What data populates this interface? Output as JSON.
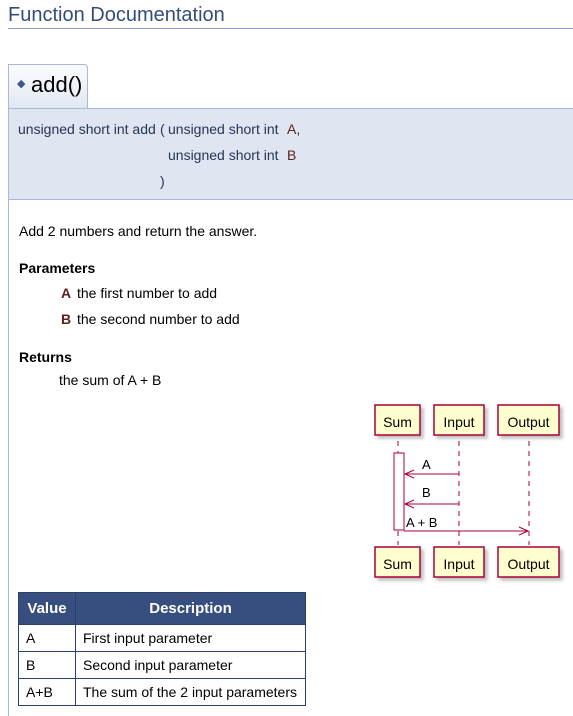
{
  "section_title": "Function Documentation",
  "member": {
    "bullet": "◆",
    "name": "add()",
    "prototype": {
      "return_and_name": "unsigned short int add",
      "open_paren": "(",
      "param1_type": "unsigned short int",
      "param1_name": "A,",
      "param2_type": "unsigned short int",
      "param2_name": "B",
      "close_paren": ")"
    }
  },
  "doc": {
    "brief": "Add 2 numbers and return the answer.",
    "parameters_heading": "Parameters",
    "parameters": [
      {
        "name": "A",
        "desc": "the first number to add"
      },
      {
        "name": "B",
        "desc": "the second number to add"
      }
    ],
    "returns_heading": "Returns",
    "returns_text": "the sum of A + B"
  },
  "sequence_diagram": {
    "participants": [
      "Sum",
      "Input",
      "Output"
    ],
    "messages": [
      {
        "from": "Input",
        "to": "Sum",
        "label": "A"
      },
      {
        "from": "Input",
        "to": "Sum",
        "label": "B"
      },
      {
        "from": "Sum",
        "to": "Output",
        "label": "A + B"
      }
    ]
  },
  "table": {
    "headers": [
      "Value",
      "Description"
    ],
    "rows": [
      [
        "A",
        "First input parameter"
      ],
      [
        "B",
        "Second input parameter"
      ],
      [
        "A+B",
        "The sum of the 2 input parameters"
      ]
    ]
  },
  "colors": {
    "header_text": "#354c7b",
    "param_name": "#602020",
    "table_header_bg": "#374f7f",
    "seq_box_fill": "#fefece",
    "seq_box_border": "#a80036"
  }
}
